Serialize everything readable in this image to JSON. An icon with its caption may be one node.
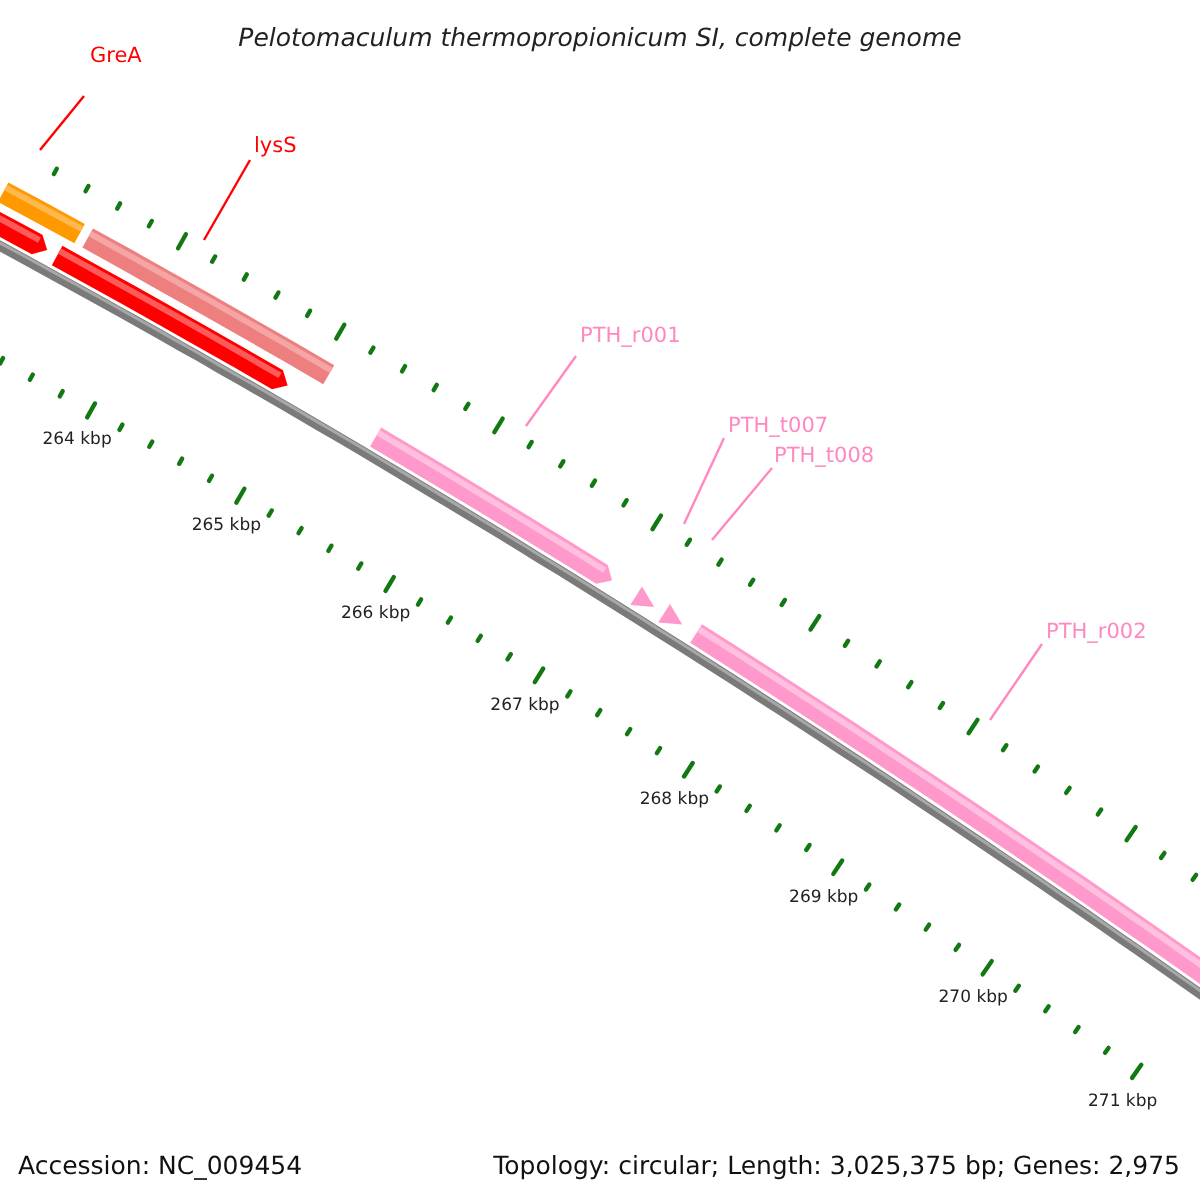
{
  "diagram": {
    "title": "Pelotomaculum thermopropionicum SI, complete genome",
    "nodes": [
      {
        "text": [
          "GreA"
        ]
      },
      {
        "text": [
          "lysS"
        ]
      },
      {
        "text": [
          "PTH_r001"
        ]
      },
      {
        "text": [
          "PTH_t007"
        ]
      },
      {
        "text": [
          "PTH_t008"
        ]
      },
      {
        "text": [
          "PTH_r002"
        ]
      },
      {
        "text": [],
        "shape": "bar"
      },
      {
        "text": [],
        "shape": "bar"
      },
      {
        "text": [],
        "shape": "bar"
      },
      {
        "text": [],
        "shape": "bar"
      },
      {
        "text": [],
        "shape": "bar"
      },
      {
        "text": [],
        "shape": "triangle"
      },
      {
        "text": [],
        "shape": "triangle"
      },
      {
        "text": [],
        "shape": "bar"
      }
    ],
    "edges": [
      {
        "from": 0,
        "to": 6,
        "arrow": "none",
        "color": "#ff0000"
      },
      {
        "from": 1,
        "to": 8,
        "arrow": "none",
        "color": "#ff0000"
      },
      {
        "from": 2,
        "to": 10,
        "arrow": "none"
      },
      {
        "from": 3,
        "to": 11,
        "arrow": "none"
      },
      {
        "from": 4,
        "to": 12,
        "arrow": "none"
      },
      {
        "from": 5,
        "to": 13,
        "arrow": "none"
      }
    ],
    "labels": [
      "264 kbp",
      "265 kbp",
      "266 kbp",
      "267 kbp",
      "268 kbp",
      "269 kbp",
      "270 kbp",
      "271 kbp",
      "Accession: NC_009454",
      "Topology: circular; Length: 3,025,375 bp; Genes: 2,975"
    ]
  }
}
